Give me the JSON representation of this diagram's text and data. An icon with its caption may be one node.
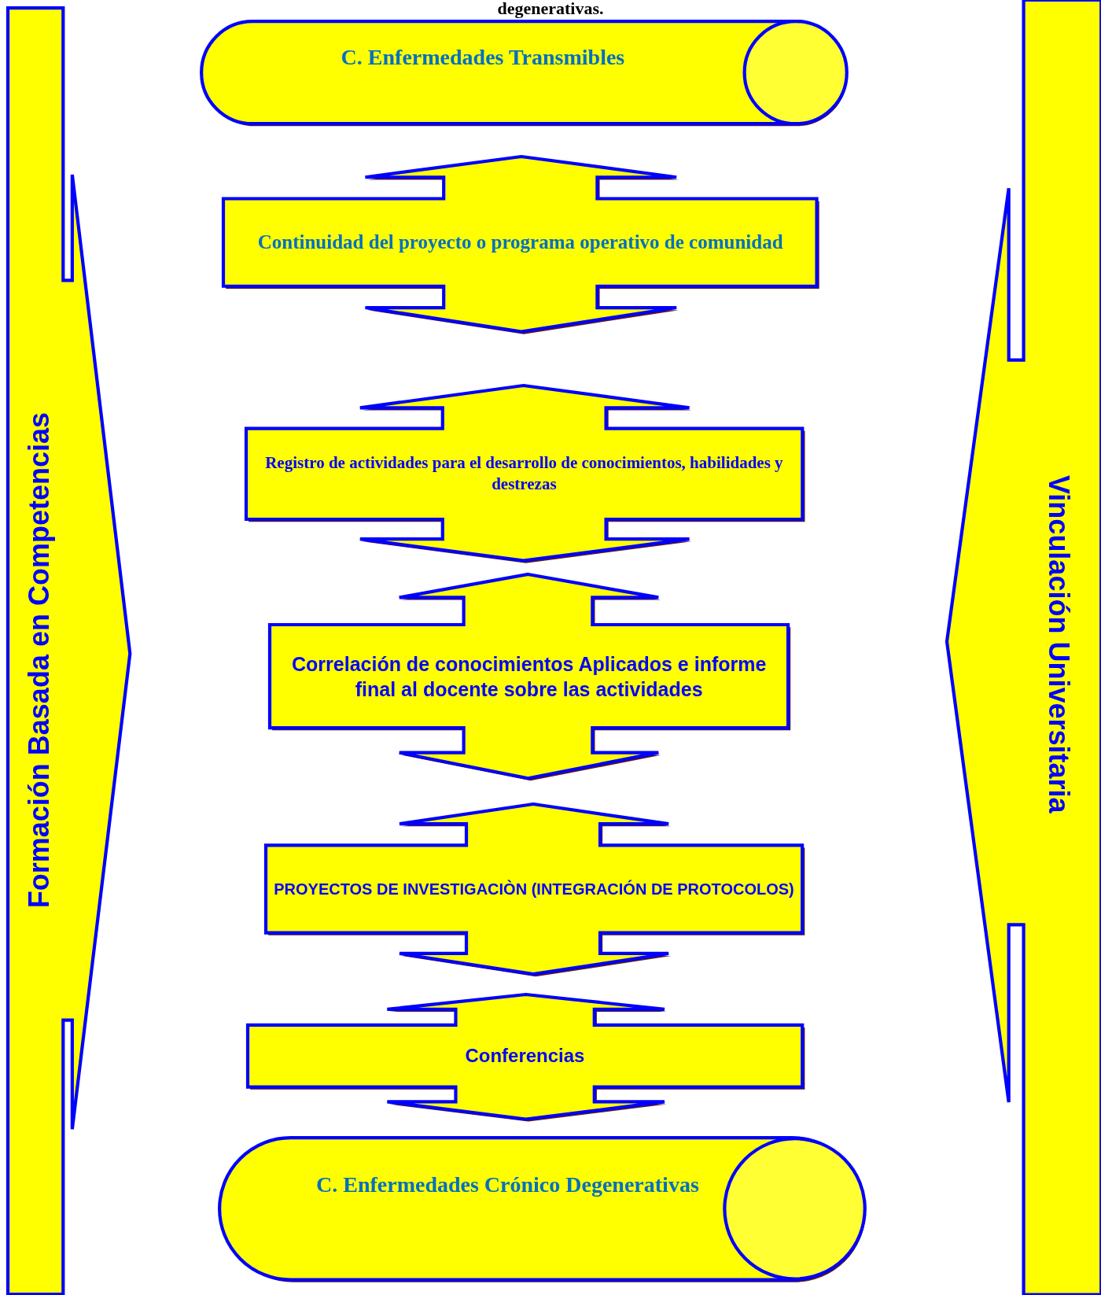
{
  "diagram": {
    "nodes": [
      {
        "text": [
          "C. Enfermedades Transmibles"
        ]
      },
      {
        "text": [
          "Continuidad del proyecto o programa operativo de comunidad"
        ]
      },
      {
        "text": [
          "Registro de actividades para el desarrollo de conocimientos, habilidades y destrezas"
        ]
      },
      {
        "text": [
          "Correlación de conocimientos Aplicados e informe final al docente sobre las actividades"
        ]
      },
      {
        "text": [
          "PROYECTOS DE INVESTIGACIÒN (INTEGRACIÓN DE PROTOCOLOS)"
        ]
      },
      {
        "text": [
          "Conferencias"
        ]
      },
      {
        "text": [
          "C. Enfermedades Crónico Degenerativas"
        ]
      },
      {
        "text": [
          "Formación Basada en Competencias"
        ]
      },
      {
        "text": [
          "Vinculación Universitaria"
        ]
      }
    ],
    "labels": [
      "degenerativas."
    ]
  }
}
